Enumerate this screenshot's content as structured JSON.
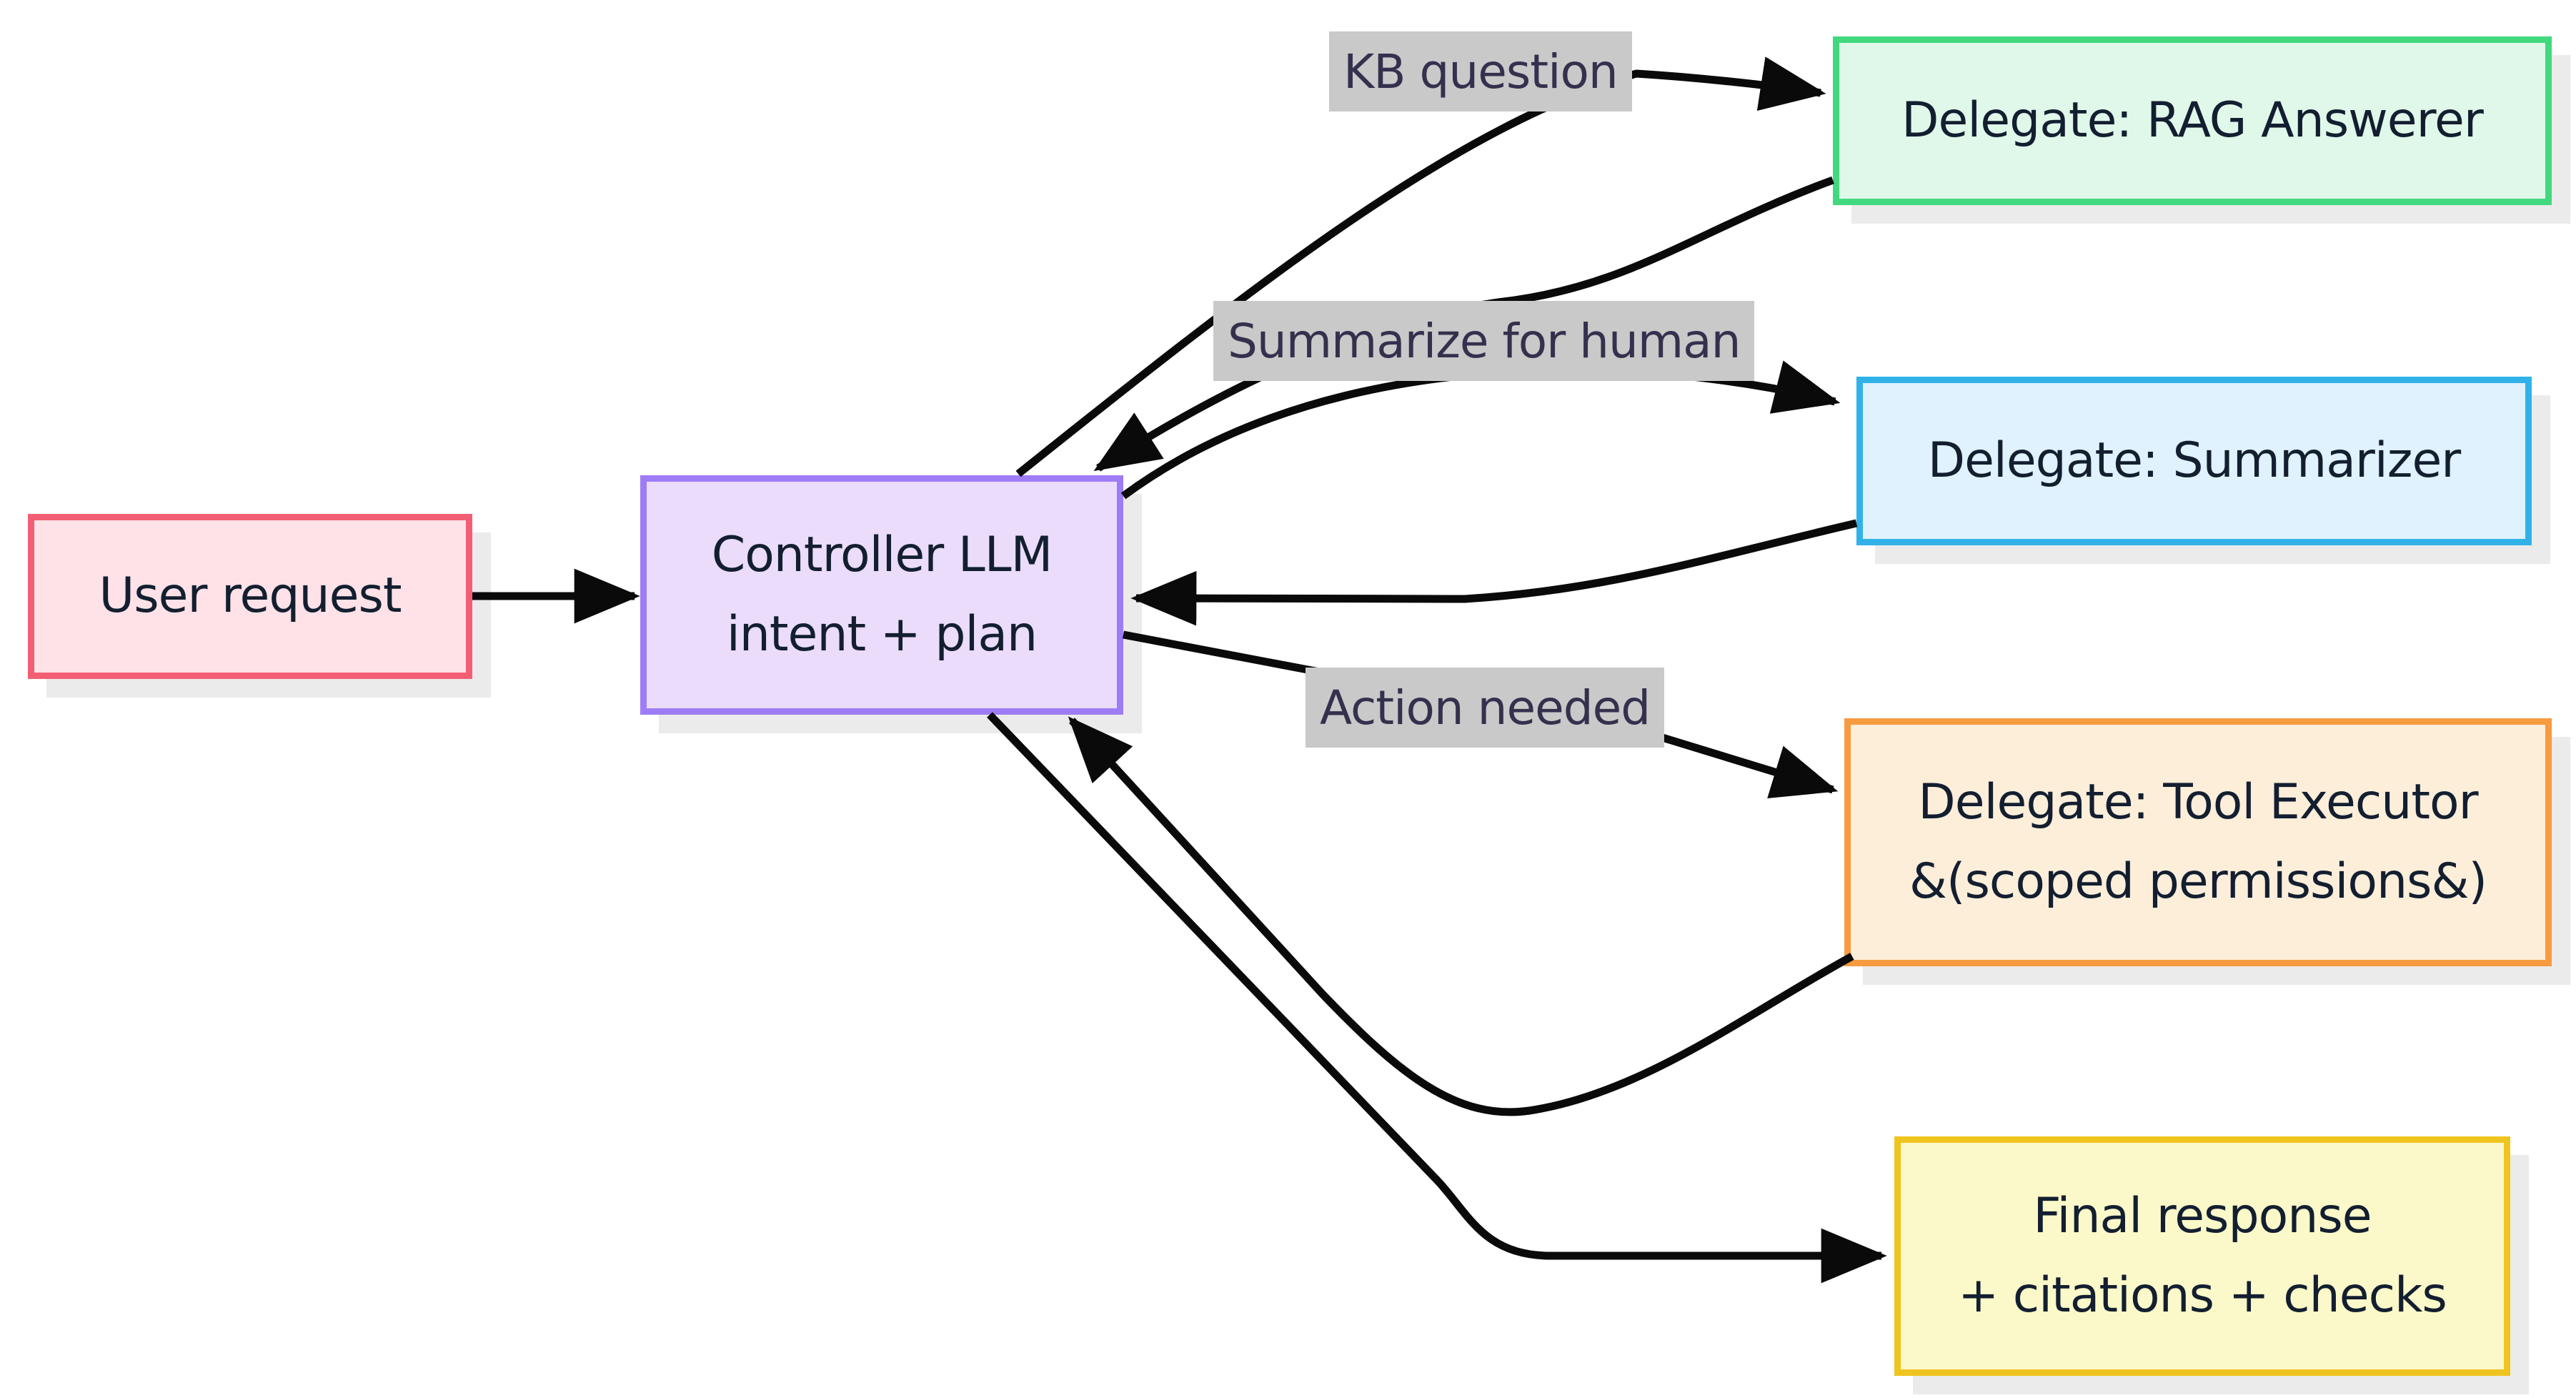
{
  "diagram": {
    "background_color": "#ffffff",
    "edge_color": "#0a0a0a",
    "edge_label_bg_color": "#c9c9c9",
    "edge_label_text_color": "#34314e",
    "node_text_color": "#131f30",
    "shadow_color": "#ebebeb"
  },
  "nodes": {
    "user_request": {
      "lines": [
        "User request"
      ],
      "fill": "#ffe2e7",
      "border": "#f25f74"
    },
    "controller": {
      "lines": [
        "Controller LLM",
        "intent + plan"
      ],
      "fill": "#ebdcfc",
      "border": "#9e7cf6"
    },
    "rag_answerer": {
      "lines": [
        "Delegate: RAG Answerer"
      ],
      "fill": "#e0f8e9",
      "border": "#42d87e"
    },
    "summarizer": {
      "lines": [
        "Delegate: Summarizer"
      ],
      "fill": "#dff2fd",
      "border": "#30b2e9"
    },
    "tool_executor": {
      "lines": [
        "Delegate: Tool Executor",
        "&(scoped permissions&)"
      ],
      "fill": "#fdeeda",
      "border": "#f69b40"
    },
    "final_response": {
      "lines": [
        "Final response",
        "+ citations + checks"
      ],
      "fill": "#fbf8c9",
      "border": "#f0c41e"
    }
  },
  "edge_labels": {
    "kb_question": "KB question",
    "summarize_for_human": "Summarize for human",
    "action_needed": "Action needed"
  }
}
